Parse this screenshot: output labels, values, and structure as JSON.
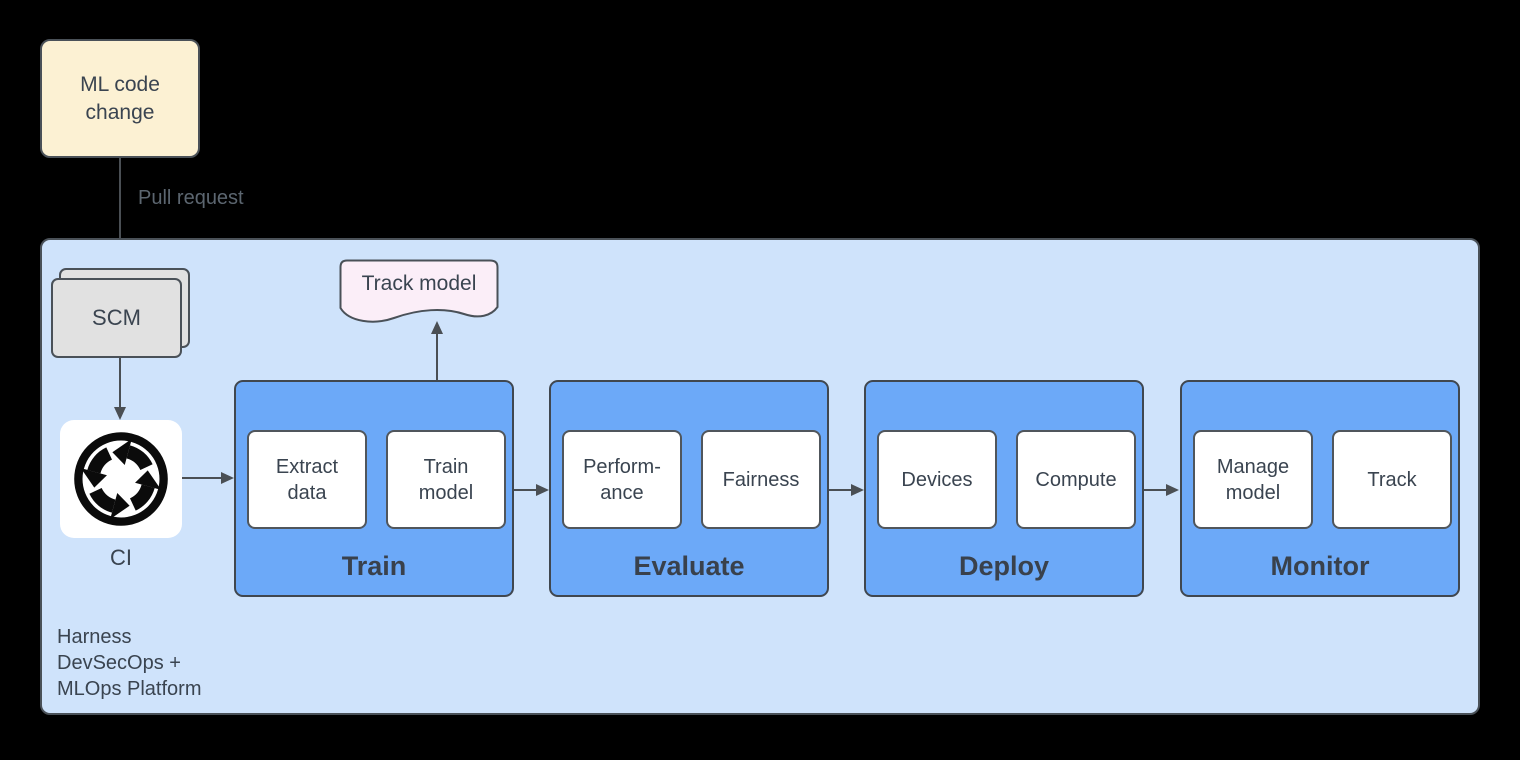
{
  "nodes": {
    "ml_code_change": {
      "label": "ML code\nchange"
    },
    "pull_request": {
      "label": "Pull request"
    },
    "scm": {
      "label": "SCM"
    },
    "ci": {
      "label": "CI",
      "icon": "circular-sync-arrows-icon"
    },
    "track_model": {
      "label": "Track model",
      "shape": "document"
    }
  },
  "platform": {
    "label": "Harness\nDevSecOps +\nMLOps Platform"
  },
  "stages": [
    {
      "title": "Train",
      "items": [
        {
          "label": "Extract\ndata"
        },
        {
          "label": "Train\nmodel"
        }
      ]
    },
    {
      "title": "Evaluate",
      "items": [
        {
          "label": "Perform-\nance"
        },
        {
          "label": "Fairness"
        }
      ]
    },
    {
      "title": "Deploy",
      "items": [
        {
          "label": "Devices"
        },
        {
          "label": "Compute"
        }
      ]
    },
    {
      "title": "Monitor",
      "items": [
        {
          "label": "Manage\nmodel"
        },
        {
          "label": "Track"
        }
      ]
    }
  ],
  "colors": {
    "background": "#000000",
    "platform_fill": "#CFE3FB",
    "platform_border": "#4A5158",
    "stage_fill": "#6CA9F8",
    "stage_border": "#40474F",
    "card_fill": "#FFFFFF",
    "card_border": "#50565C",
    "note_fill": "#FCF1D3",
    "doc_fill": "#FBEEF8",
    "scm_fill": "#E1E1E1",
    "text": "#3A4450",
    "muted_text": "#5C6670",
    "arrow": "#4A4F54",
    "icon": "#0B0B0B"
  }
}
